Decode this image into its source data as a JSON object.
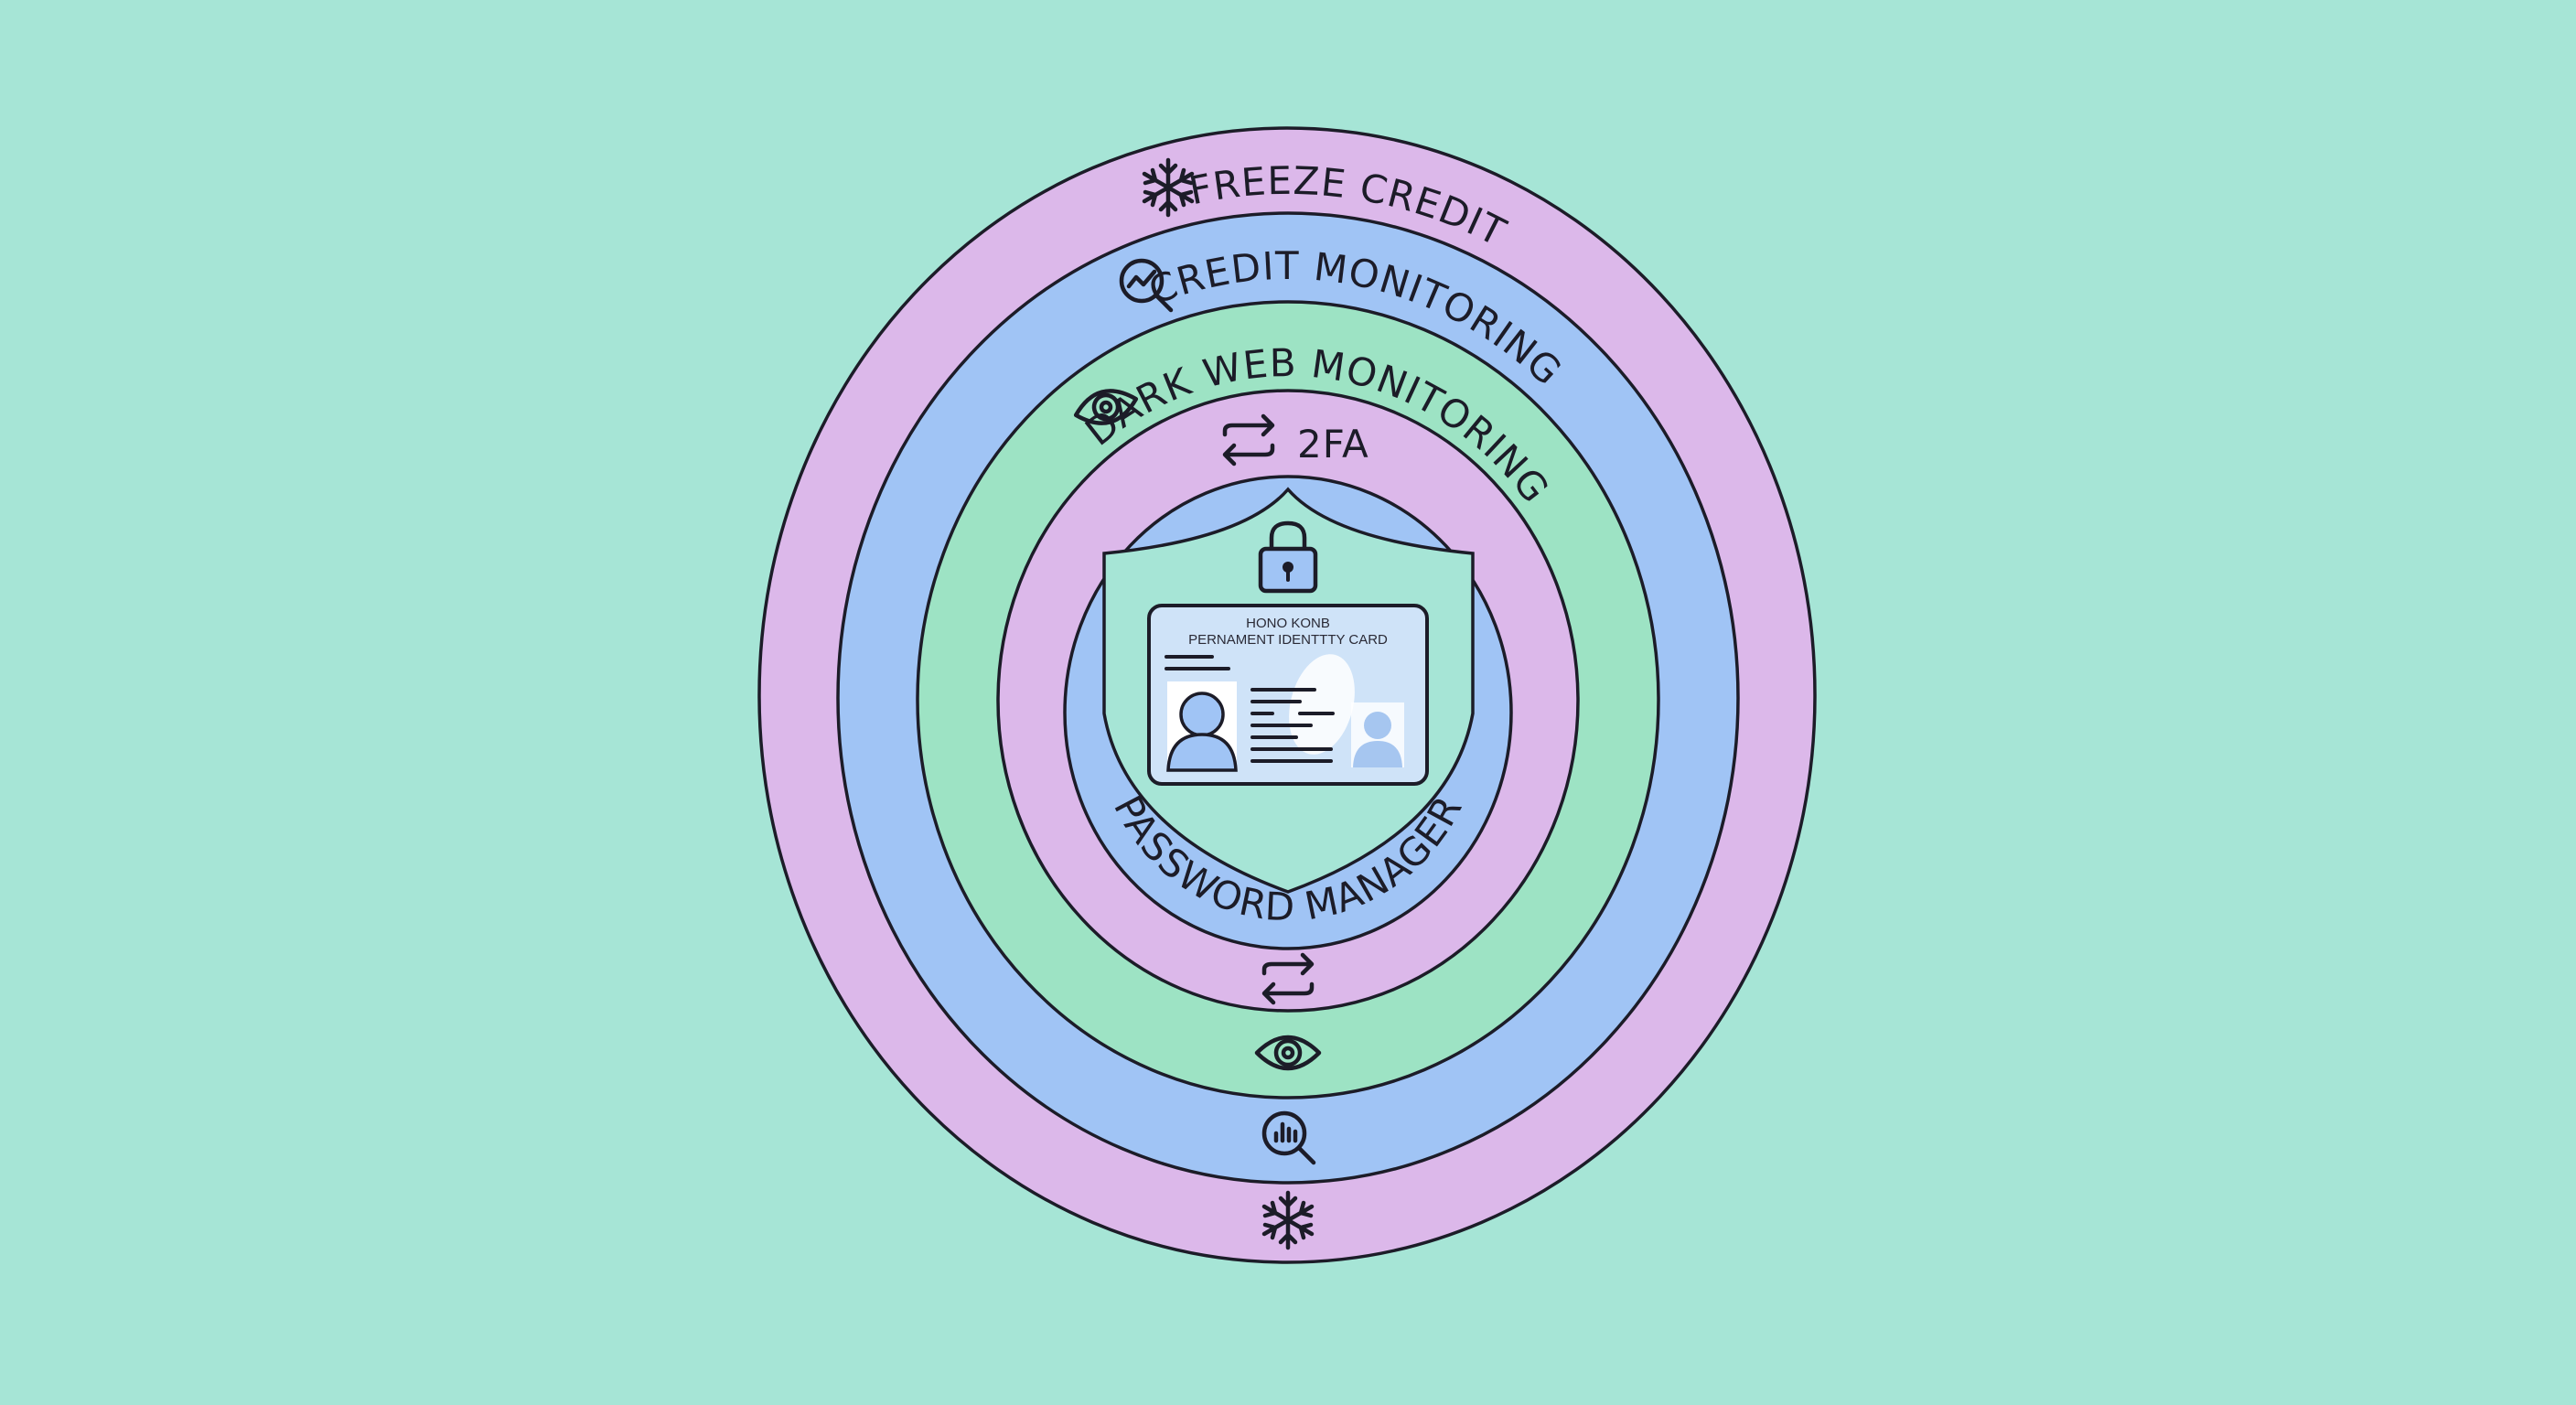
{
  "diagram": {
    "rings": [
      {
        "label": "FREEZE CREDIT",
        "icon": "snowflake-icon",
        "color": "#dcb8ea"
      },
      {
        "label": "CREDIT MONITORING",
        "icon": "magnifier-chart-icon",
        "color": "#a0c4f5"
      },
      {
        "label": "DARK WEB MONITORING",
        "icon": "eye-icon",
        "color": "#9de3c4"
      },
      {
        "label": "2FA",
        "icon": "swap-arrows-icon",
        "color": "#dcb8ea"
      },
      {
        "label": "PASSWORD MANAGER",
        "icon": "",
        "color": "#a0c4f5"
      }
    ],
    "center": {
      "shield_icon": "shield-icon",
      "lock_icon": "padlock-icon",
      "card": {
        "line1": "HONO KONB",
        "line2": "PERNAMENT IDENTTTY CARD"
      }
    }
  },
  "colors": {
    "background": "#a6e5d6",
    "outline": "#1c1c28"
  }
}
